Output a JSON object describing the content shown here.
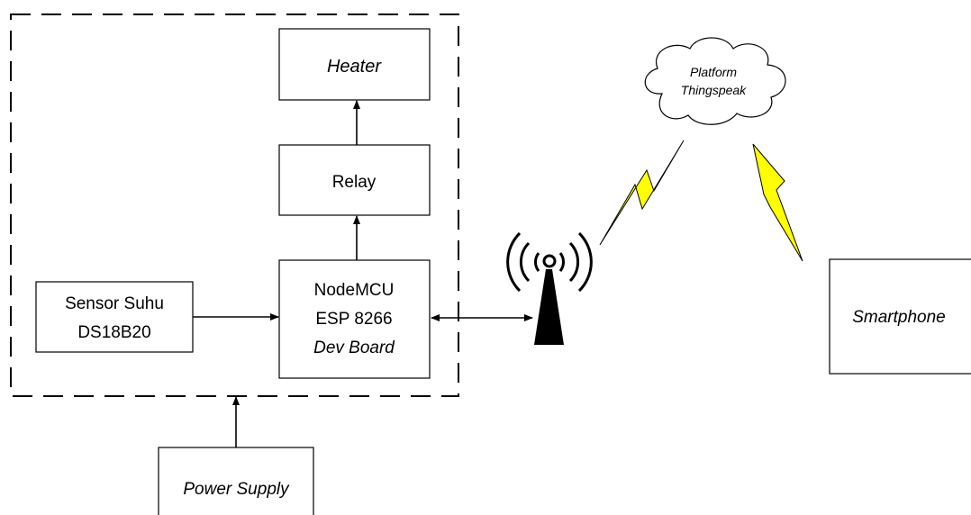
{
  "blocks": {
    "heater": "Heater",
    "relay": "Relay",
    "sensor_line1": "Sensor Suhu",
    "sensor_line2": "DS18B20",
    "mcu_line1": "NodeMCU",
    "mcu_line2": "ESP 8266",
    "mcu_line3": "Dev Board",
    "power": "Power Supply",
    "smartphone": "Smartphone",
    "cloud_line1": "Platform",
    "cloud_line2": "Thingspeak"
  },
  "icons": {
    "antenna": "radio-tower-icon",
    "lightning": "lightning-bolt-icon",
    "cloud": "cloud-icon"
  },
  "colors": {
    "line": "#000000",
    "lightning_fill": "#ffff00"
  }
}
